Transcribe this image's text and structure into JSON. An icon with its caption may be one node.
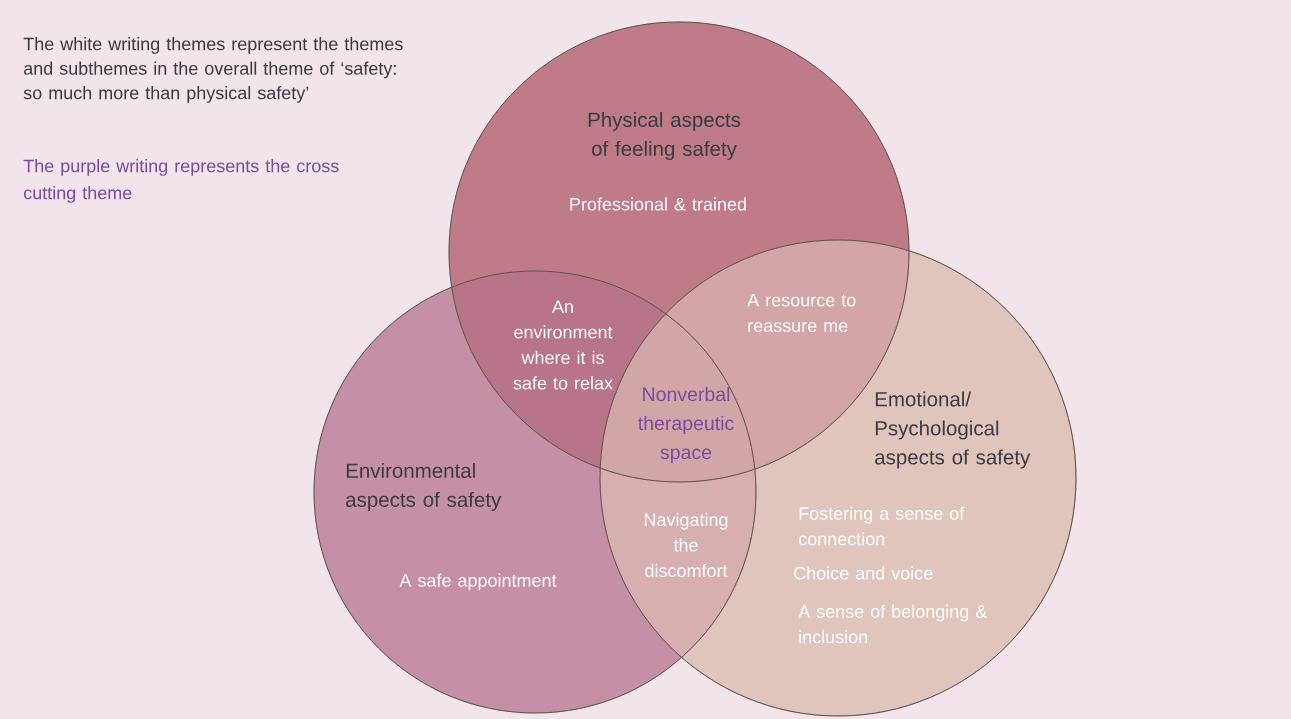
{
  "diagram": {
    "nodes": [
      {
        "text": [
          "Physical aspects of feeling safety",
          "Professional & trained"
        ]
      },
      {
        "text": [
          "Environmental aspects of safety",
          "A safe appointment"
        ]
      },
      {
        "text": [
          "Emotional/ Psychological aspects of safety",
          "Fostering a sense of connection",
          "Choice and voice",
          "A sense of belonging & inclusion"
        ]
      }
    ],
    "labels": [
      "The white writing themes represent the themes and subthemes in the overall theme of ‘safety: so much more than physical safety’",
      "The purple writing represents the cross cutting theme",
      "An environment where it is safe to relax",
      "A resource to reassure me",
      "Nonverbal therapeutic space",
      "Navigating the discomfort"
    ]
  }
}
